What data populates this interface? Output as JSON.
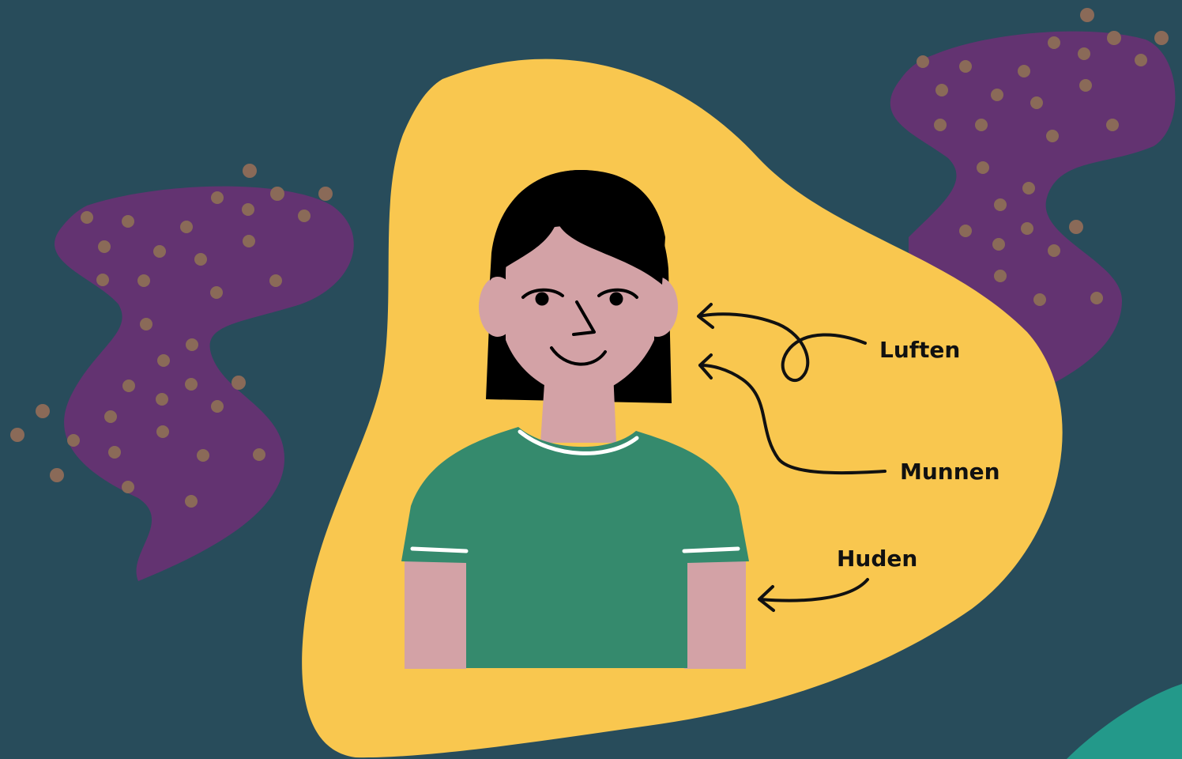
{
  "labels": {
    "air": "Luften",
    "mouth": "Munnen",
    "skin": "Huden"
  },
  "colors": {
    "background": "#284c5b",
    "blob_yellow": "#f9c74f",
    "blob_purple": "#633371",
    "dots": "#8a6a58",
    "teal_corner": "#23998a",
    "skin": "#d3a2a6",
    "hair": "#000000",
    "shirt": "#358a6d",
    "stroke": "#111111"
  },
  "icons": {
    "person": "person-illustration",
    "arrows": "curved-arrow-icon"
  }
}
